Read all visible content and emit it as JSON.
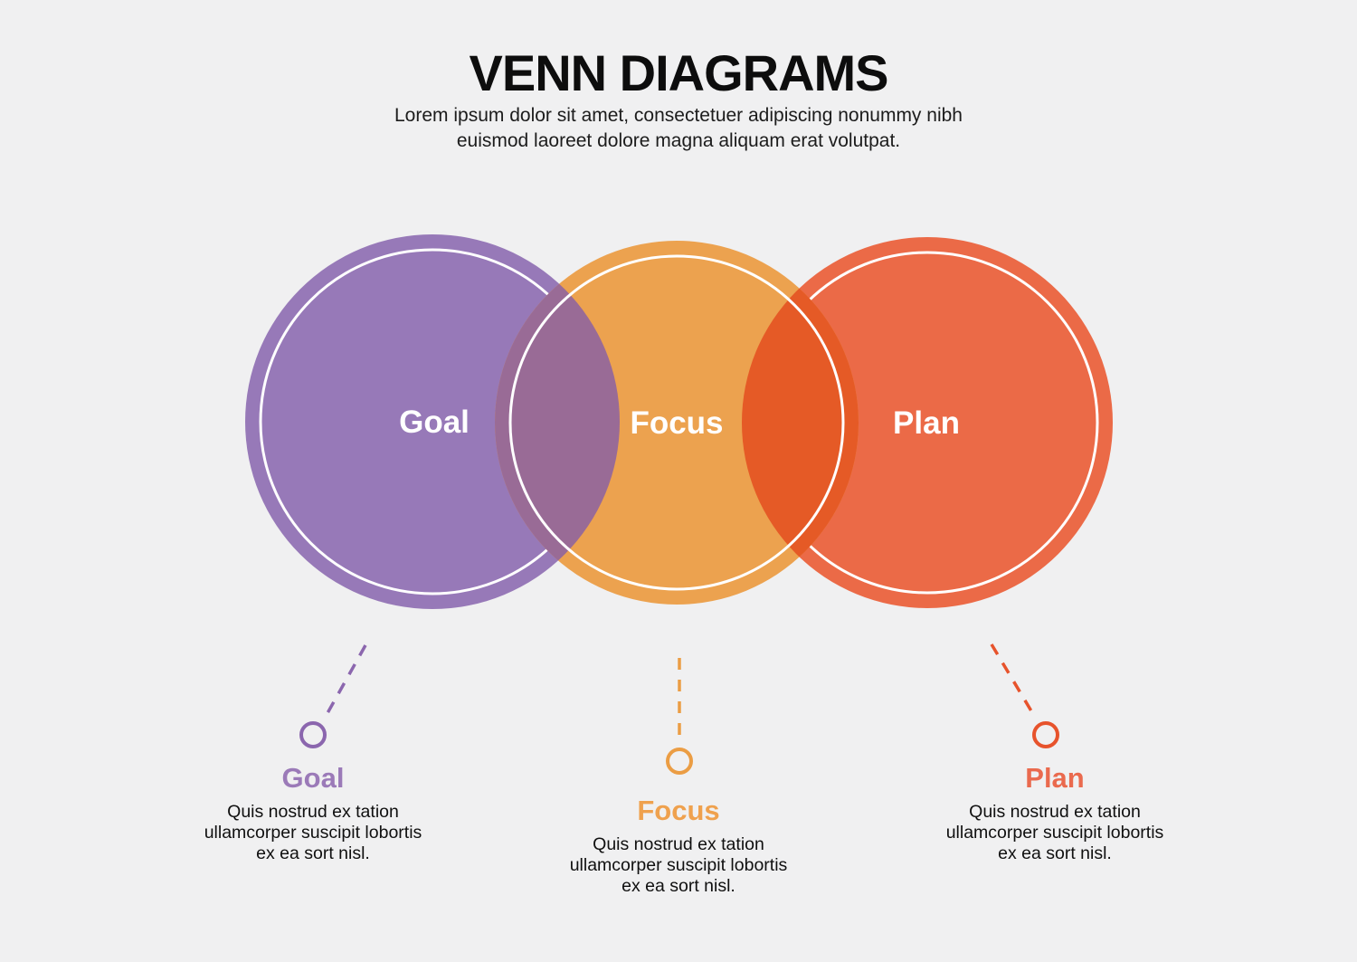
{
  "page": {
    "background": "#f0f0f1"
  },
  "header": {
    "title": "VENN DIAGRAMS",
    "subtitle": "Lorem ipsum dolor sit amet, consectetuer adipiscing nonummy nibh\neuismod laoreet dolore magna aliquam erat volutpat."
  },
  "venn": {
    "ring_color": "#ffffff",
    "circles": [
      {
        "label": "Goal",
        "color": "#9779b8"
      },
      {
        "label": "Focus",
        "color": "#eca24f"
      },
      {
        "label": "Plan",
        "color": "#eb6a47"
      }
    ],
    "overlaps": [
      {
        "name": "goal-focus",
        "color": "#996b96"
      },
      {
        "name": "focus-plan",
        "color": "#e55a26"
      }
    ]
  },
  "callouts": [
    {
      "title": "Goal",
      "description": "Quis nostrud ex tation\nullamcorper suscipit lobortis\nex ea sort nisl.",
      "accent": "#8b66ae",
      "title_color": "#9b7ab8"
    },
    {
      "title": "Focus",
      "description": "Quis nostrud ex tation\nullamcorper suscipit lobortis\nex ea sort nisl.",
      "accent": "#eb9d44",
      "title_color": "#efa14e"
    },
    {
      "title": "Plan",
      "description": "Quis nostrud ex tation\nullamcorper suscipit lobortis\nex ea sort nisl.",
      "accent": "#e7532c",
      "title_color": "#ea6a4e"
    }
  ]
}
